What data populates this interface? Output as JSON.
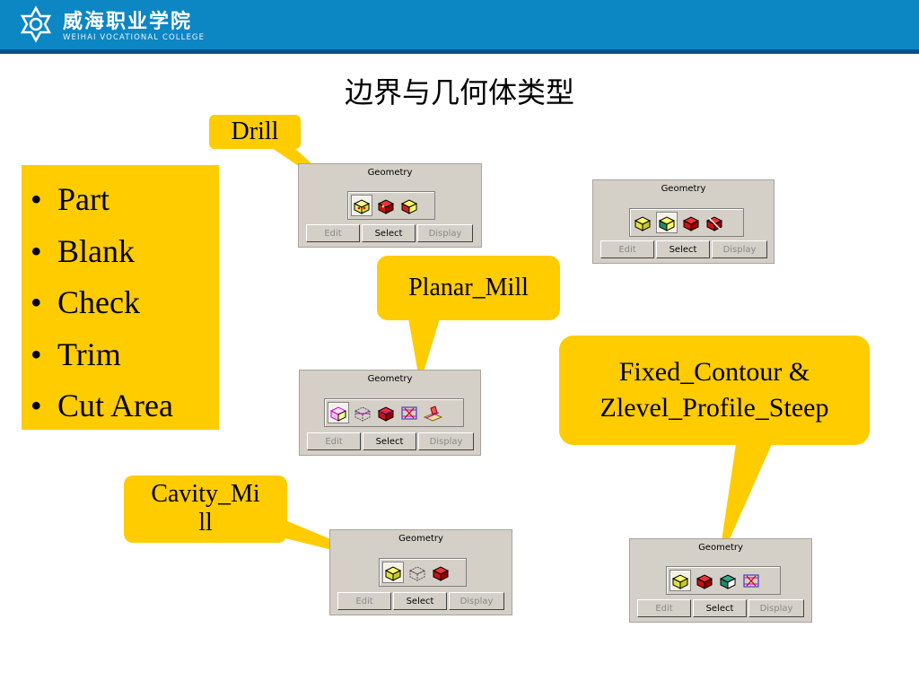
{
  "header": {
    "logo_cn": "威海职业学院",
    "logo_en": "WEIHAI VOCATIONAL COLLEGE",
    "bar_color": "#0d86c4",
    "line_color": "#0b4f86"
  },
  "slide": {
    "title": "边界与几何体类型",
    "bullets": [
      "Part",
      "Blank",
      "Check",
      "Trim",
      "Cut Area"
    ],
    "accent_color": "#ffcc00"
  },
  "callouts": {
    "drill": "Drill",
    "planar_mill": "Planar_Mill",
    "fixed_contour_line1": "Fixed_Contour &",
    "fixed_contour_line2": "Zlevel_Profile_Steep",
    "cavity_mill_line1": "Cavity_Mi",
    "cavity_mill_line2": "ll"
  },
  "panels": {
    "drill": {
      "title": "Geometry",
      "edit": "Edit",
      "select": "Select",
      "display": "Display",
      "icons": [
        "part-geometry-icon",
        "blank-geometry-icon",
        "check-geometry-icon"
      ]
    },
    "top_right": {
      "title": "Geometry",
      "edit": "Edit",
      "select": "Select",
      "display": "Display",
      "icons": [
        "part-geometry-icon",
        "blank-geometry-icon",
        "check-geometry-icon",
        "trim-geometry-icon"
      ]
    },
    "planar_mill": {
      "title": "Geometry",
      "edit": "Edit",
      "select": "Select",
      "display": "Display",
      "icons": [
        "part-boundary-icon",
        "blank-boundary-icon",
        "check-boundary-icon",
        "trim-boundary-icon",
        "floor-icon"
      ]
    },
    "cavity_mill": {
      "title": "Geometry",
      "edit": "Edit",
      "select": "Select",
      "display": "Display",
      "icons": [
        "part-geometry-icon",
        "blank-geometry-icon",
        "check-geometry-icon"
      ]
    },
    "fixed_contour": {
      "title": "Geometry",
      "edit": "Edit",
      "select": "Select",
      "display": "Display",
      "icons": [
        "part-geometry-icon",
        "check-geometry-icon",
        "cut-area-icon",
        "trim-boundary-icon"
      ]
    }
  }
}
